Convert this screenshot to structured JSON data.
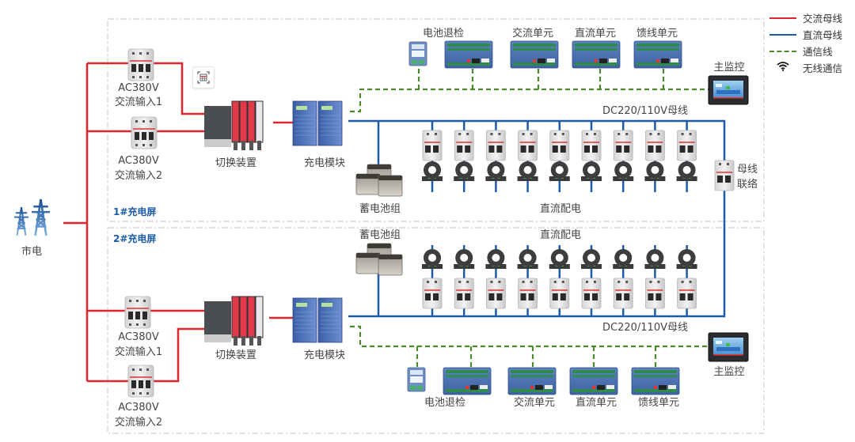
{
  "legend": {
    "items": [
      {
        "label": "交流母线",
        "kind": "line",
        "color": "#e0262d"
      },
      {
        "label": "直流母线",
        "kind": "line",
        "color": "#1c5ba8"
      },
      {
        "label": "通信线",
        "kind": "dashed",
        "color": "#4a8a2a"
      },
      {
        "label": "无线通信",
        "kind": "wifi-icon",
        "color": "#111111"
      }
    ]
  },
  "colors": {
    "ac": "#e0262d",
    "dc": "#1c5ba8",
    "comm": "#4a8a2a",
    "frame": "#cfcfcf"
  },
  "grid": {
    "label": "市电",
    "icon": "power-tower-icon"
  },
  "screens": [
    {
      "title": "1#充电屏",
      "ac_inputs": [
        {
          "voltage": "AC380V",
          "name": "交流输入1"
        },
        {
          "voltage": "AC380V",
          "name": "交流输入2"
        }
      ],
      "switch_label": "切换装置",
      "charger_label": "充电模块",
      "battery_label": "蓄电池组",
      "dc_dist_label": "直流配电",
      "busbar_label": "DC220/110V母线",
      "monitor_label": "主监控",
      "comm_units": [
        "电池退检",
        "交流单元",
        "直流单元",
        "馈线单元"
      ],
      "feeder_count": 9
    },
    {
      "title": "2#充电屏",
      "ac_inputs": [
        {
          "voltage": "AC380V",
          "name": "交流输入1"
        },
        {
          "voltage": "AC380V",
          "name": "交流输入2"
        }
      ],
      "switch_label": "切换装置",
      "charger_label": "充电模块",
      "battery_label": "蓄电池组",
      "dc_dist_label": "直流配电",
      "busbar_label": "DC220/110V母线",
      "monitor_label": "主监控",
      "comm_units": [
        "电池退检",
        "交流单元",
        "直流单元",
        "馈线单元"
      ],
      "feeder_count": 9
    }
  ],
  "tie": {
    "line1": "母线",
    "line2": "联络"
  }
}
